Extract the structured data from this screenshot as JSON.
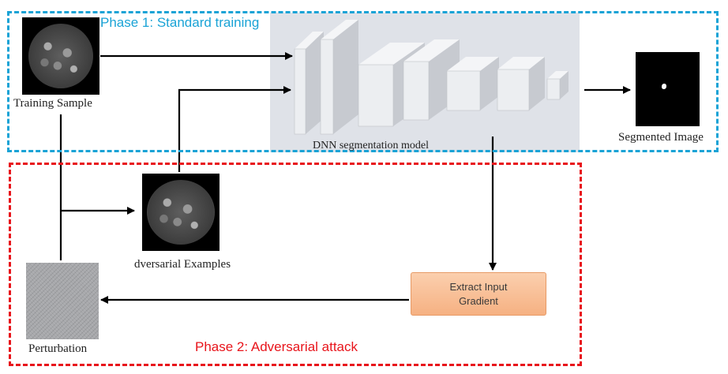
{
  "phases": {
    "phase1": "Phase 1: Standard training",
    "phase2": "Phase 2: Adversarial attack"
  },
  "nodes": {
    "training_sample": "Training  Sample",
    "dnn_model": "DNN segmentation model",
    "segmented_image": "Segmented Image",
    "adversarial_examples": "dversarial Examples",
    "extract_gradient_line1": "Extract Input",
    "extract_gradient_line2": "Gradient",
    "perturbation": "Perturbation"
  },
  "colors": {
    "phase1_border": "#1aa3d6",
    "phase2_border": "#e8141b",
    "gradient_box": "#f6b182",
    "model_panel": "#dfe2e8",
    "arrow": "#000000"
  },
  "icons": {
    "training_sample": "ct-scan-image",
    "adversarial_examples": "ct-scan-image",
    "segmented_image": "segmentation-mask-image",
    "perturbation": "noise-image",
    "dnn_model": "cnn-layer-blocks"
  }
}
